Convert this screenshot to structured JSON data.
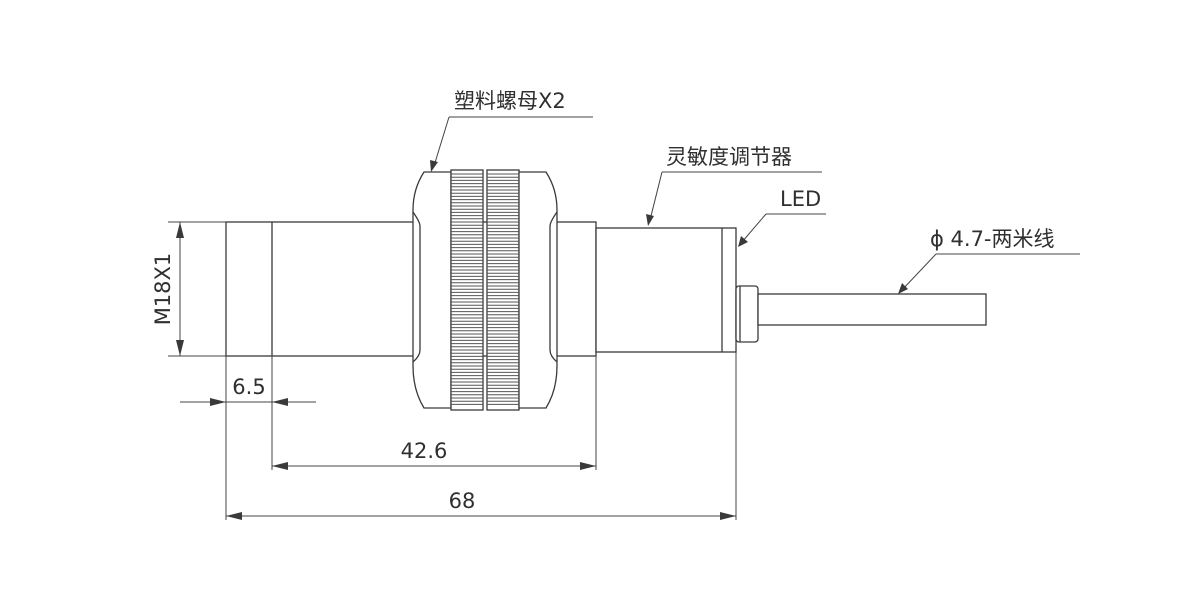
{
  "labels": {
    "nut": "塑料螺母X2",
    "sensitivity": "灵敏度调节器",
    "led": "LED",
    "cable": "ϕ 4.7-两米线"
  },
  "dimensions": {
    "thread": "M18X1",
    "front": "6.5",
    "body": "42.6",
    "total": "68"
  },
  "colors": {
    "line": "#3a3a3a",
    "text": "#2f2f2f",
    "background": "#ffffff"
  }
}
